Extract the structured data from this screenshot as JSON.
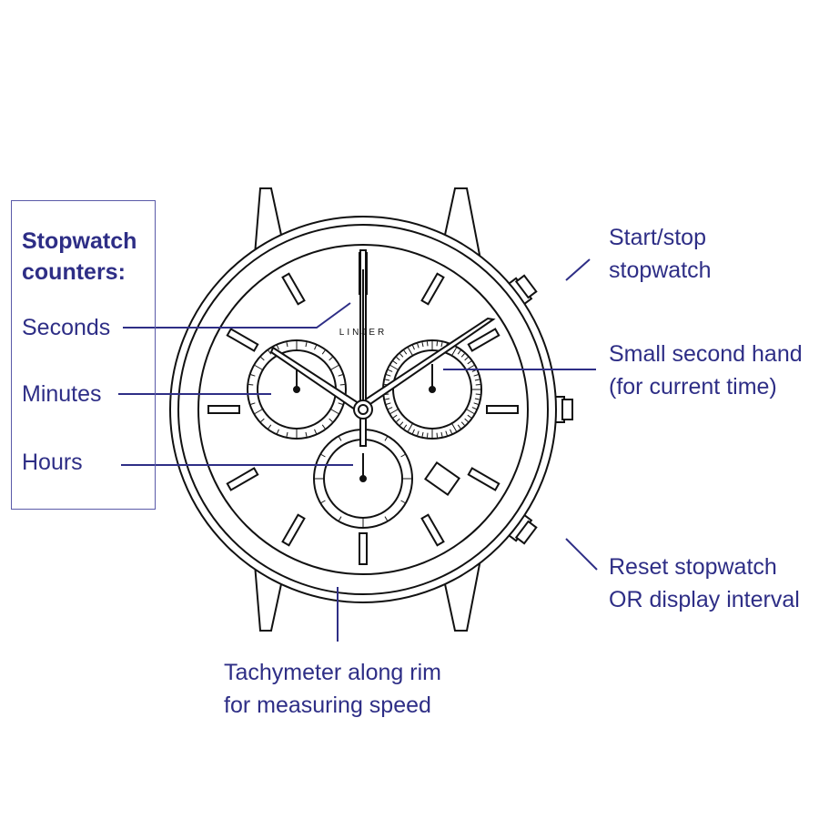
{
  "brand": "LINJER",
  "colors": {
    "accent": "#2e2e86",
    "ink": "#111111"
  },
  "legend_box": {
    "title_line1": "Stopwatch",
    "title_line2": "counters:",
    "items": [
      "Seconds",
      "Minutes",
      "Hours"
    ]
  },
  "labels": {
    "start_stop": [
      "Start/stop",
      "stopwatch"
    ],
    "small_second": [
      "Small second hand",
      "(for current time)"
    ],
    "reset": [
      "Reset stopwatch",
      "OR display interval"
    ],
    "tachymeter": [
      "Tachymeter along rim",
      "for measuring speed"
    ]
  }
}
